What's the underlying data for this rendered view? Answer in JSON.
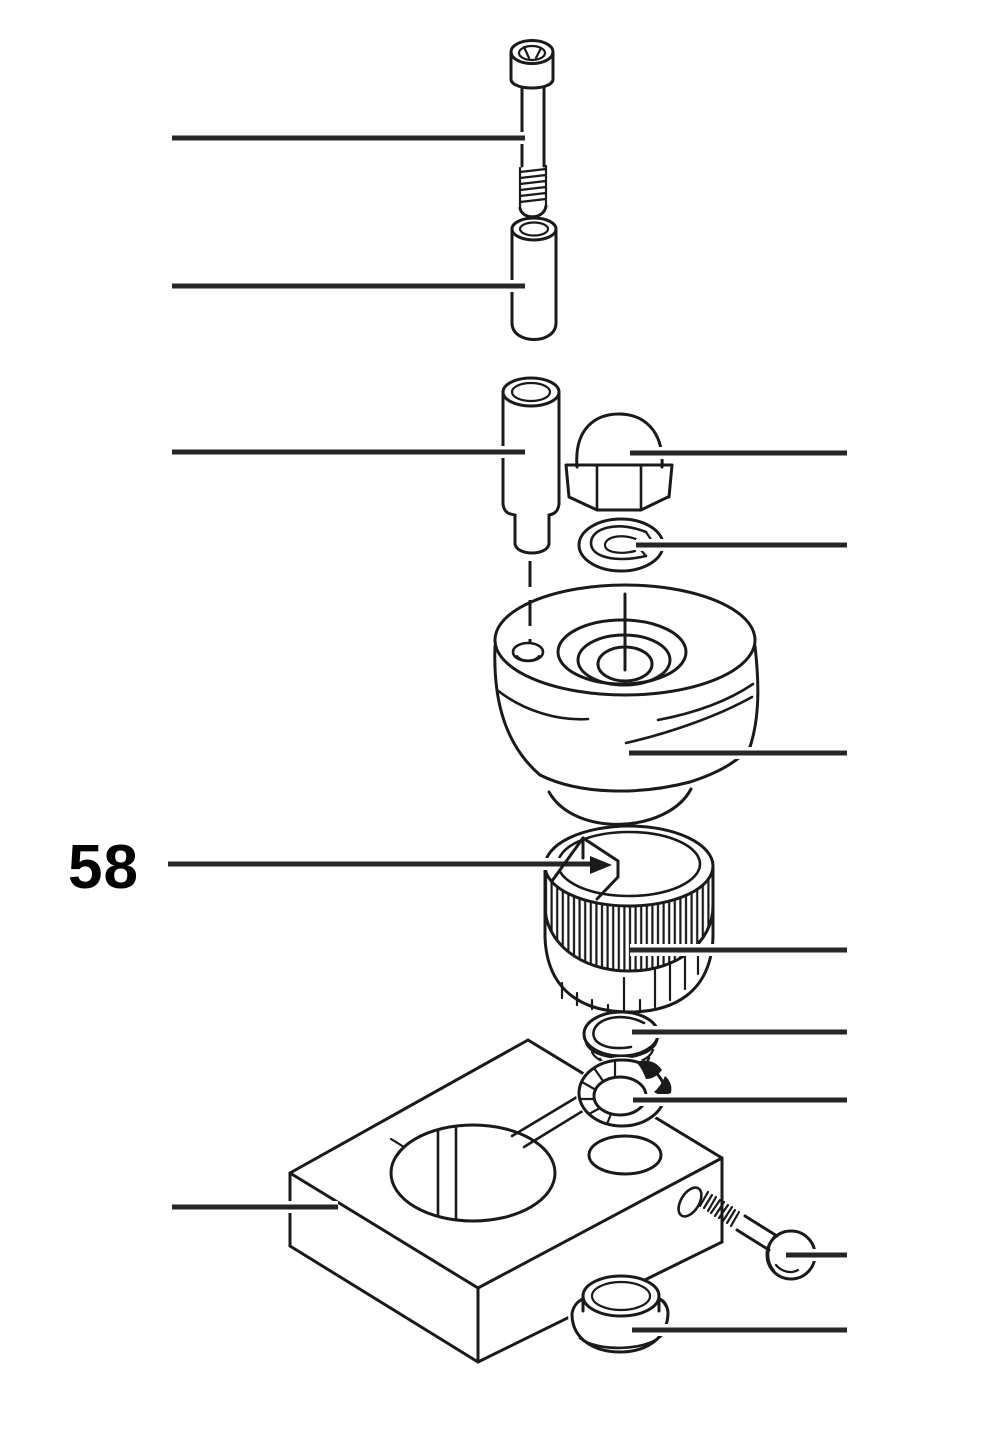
{
  "colors": {
    "background": "#ffffff",
    "line": "#1a1a1a",
    "leader": "#262626",
    "text": "#000000"
  },
  "callout": {
    "number": "58"
  },
  "parts": [
    {
      "id": "socket-head-cap-screw"
    },
    {
      "id": "spacer-sleeve"
    },
    {
      "id": "stepped-bushing"
    },
    {
      "id": "cap-nut"
    },
    {
      "id": "spring-washer"
    },
    {
      "id": "pulley-housing"
    },
    {
      "id": "knurled-knob"
    },
    {
      "id": "cup-washer"
    },
    {
      "id": "tooth-lock-washer"
    },
    {
      "id": "mounting-block"
    },
    {
      "id": "pan-head-screw"
    },
    {
      "id": "cap-grommet"
    }
  ]
}
